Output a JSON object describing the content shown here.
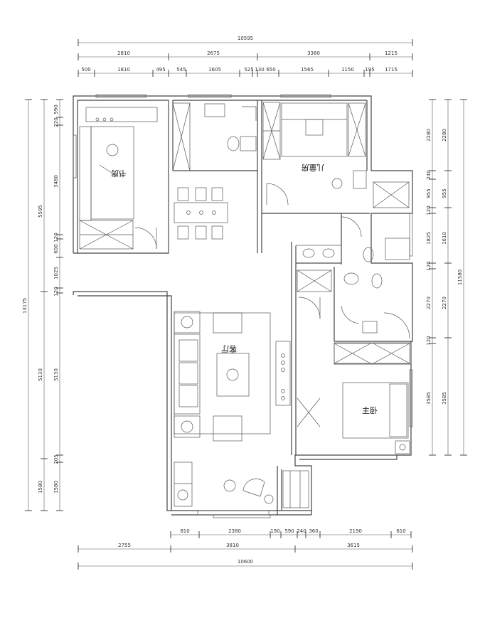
{
  "rooms": {
    "study": "书房",
    "kids": "儿童房",
    "living": "客厅",
    "master": "主卧"
  },
  "dims_top": {
    "total": "10595",
    "r2": [
      "2810",
      "2675",
      "3360",
      "1215"
    ],
    "r3": [
      "500",
      "1810",
      "495",
      "545",
      "1605",
      "525",
      "130",
      "650",
      "1565",
      "1150",
      "195",
      "1715"
    ]
  },
  "dims_bottom": {
    "r1": [
      "810",
      "2380",
      "190",
      "590",
      "240",
      "360",
      "2190",
      "610"
    ],
    "r2": [
      "2755",
      "3810",
      "3615"
    ],
    "total": "10600"
  },
  "dims_left": {
    "total": "13175",
    "r2": [
      "5595",
      "5130",
      "1580"
    ],
    "r3": [
      "590",
      "220",
      "3480",
      "120",
      "600",
      "1025",
      "120",
      "5130",
      "205",
      "1580"
    ]
  },
  "dims_right": {
    "total": "11580",
    "r2": [
      "2280",
      "955",
      "1610",
      "2270",
      "3585"
    ],
    "r3": [
      "2280",
      "240",
      "955",
      "120",
      "1825",
      "120",
      "2270",
      "120",
      "3585"
    ]
  }
}
